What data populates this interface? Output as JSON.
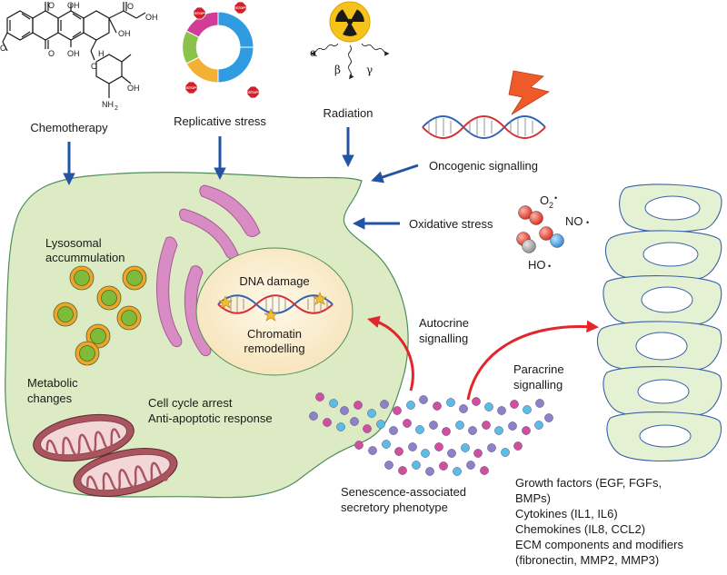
{
  "stressors": {
    "chemotherapy": "Chemotherapy",
    "replicative": "Replicative stress",
    "radiation": "Radiation",
    "oncogenic": "Oncogenic signalling",
    "oxidative": "Oxidative stress"
  },
  "chemo_atoms": {
    "oh1": "OH",
    "oh2": "OH",
    "oh3": "OH",
    "oh4": "OH",
    "o1": "O",
    "h": "H",
    "nh2": "NH",
    "nh2_sub": "2"
  },
  "stop_sign": "STOP",
  "radiation_types": {
    "alpha": "α",
    "beta": "β",
    "gamma": "γ"
  },
  "radicals": {
    "o2": "O",
    "o2_sub": "2",
    "no": "NO",
    "ho": "HO",
    "dot": "•"
  },
  "cell_labels": {
    "lysosomal_1": "Lysosomal",
    "lysosomal_2": "accummulation",
    "dna_damage": "DNA damage",
    "chromatin_1": "Chromatin",
    "chromatin_2": "remodelling",
    "metabolic_1": "Metabolic",
    "metabolic_2": "changes",
    "cell_cycle": "Cell cycle arrest",
    "anti_apoptotic": "Anti-apoptotic response"
  },
  "signalling": {
    "autocrine_1": "Autocrine",
    "autocrine_2": "signalling",
    "paracrine_1": "Paracrine",
    "paracrine_2": "signalling"
  },
  "sasp": {
    "line1": "Senescence-associated",
    "line2": "secretory phenotype"
  },
  "factors": [
    "Growth factors (EGF, FGFs,",
    "BMPs)",
    "Cytokines (IL1, IL6)",
    "Chemokines (IL8, CCL2)",
    "ECM components and modifiers",
    "(fibronectin, MMP2, MMP3)"
  ],
  "colors": {
    "cell_fill": "#dcebc4",
    "cell_stroke": "#4f8d5a",
    "arrow_blue": "#2155a4",
    "arrow_red": "#e3262b",
    "lysosome_green": "#7dbb38",
    "lysosome_orange": "#f0a42a",
    "golgi_pink": "#d98cc4",
    "nucleus_fill": "#fbf0d6",
    "tissue_fill": "#e5f1d3",
    "tissue_stroke": "#3a61a8",
    "mito_fill": "#a9545e",
    "dna_red": "#d62f38",
    "dna_blue": "#2f64b4"
  },
  "icons": [
    "lightning-icon",
    "radiation-icon",
    "stop-sign-icon",
    "dna-icon",
    "mitochondrion-icon",
    "lysosome-icon",
    "golgi-icon"
  ]
}
